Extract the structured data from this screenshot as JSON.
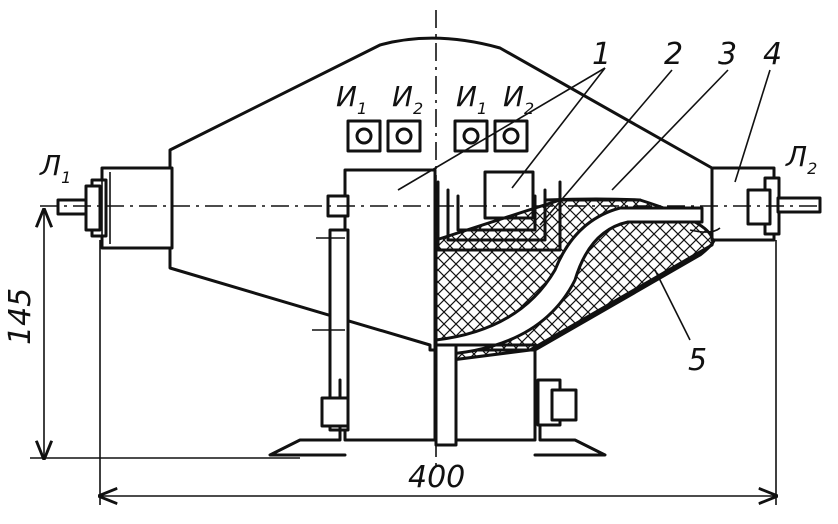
{
  "terminals": {
    "primary_left": {
      "letter": "Л",
      "sub": "1"
    },
    "primary_right": {
      "letter": "Л",
      "sub": "2"
    },
    "secondary": [
      {
        "letter": "И",
        "sub": "1"
      },
      {
        "letter": "И",
        "sub": "2"
      },
      {
        "letter": "И",
        "sub": "1"
      },
      {
        "letter": "И",
        "sub": "2"
      }
    ]
  },
  "callouts": [
    "1",
    "2",
    "3",
    "4",
    "5"
  ],
  "dimensions": {
    "height": "145",
    "width": "400"
  },
  "colors": {
    "ink": "#111111",
    "paper": "#ffffff"
  }
}
